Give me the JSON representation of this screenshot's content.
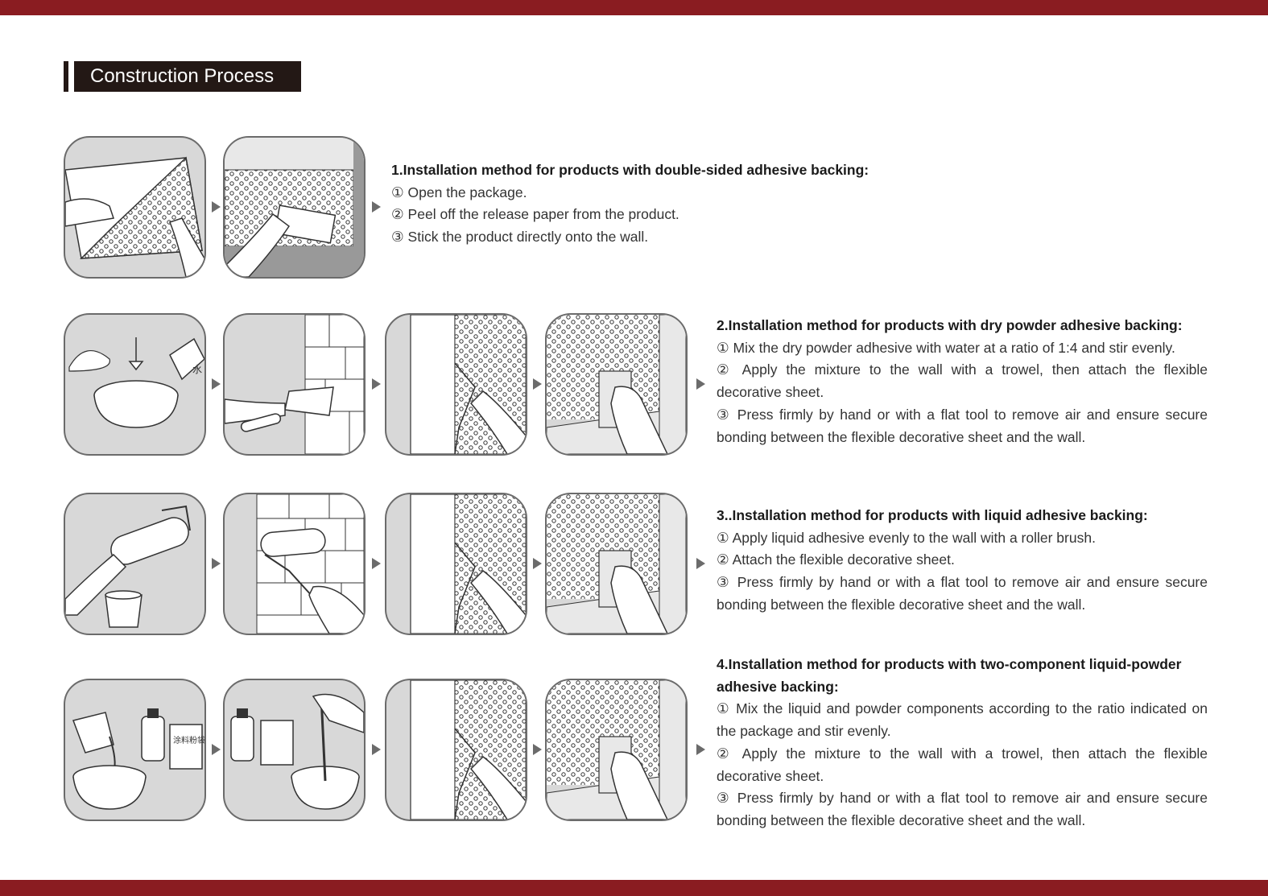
{
  "section_title": "Construction Process",
  "methods": [
    {
      "heading": "1.Installation method for products with double-sided adhesive backing:",
      "steps": [
        "① Open the package.",
        "② Peel off the release paper from the product.",
        "③ Stick the product directly onto the wall."
      ]
    },
    {
      "heading": "2.Installation method for products with dry powder adhesive backing:",
      "steps": [
        "① Mix the dry powder adhesive with water at a ratio of 1:4 and stir evenly.",
        "② Apply the mixture to the wall with a trowel, then attach the flexible decorative sheet.",
        "③ Press firmly by hand or with a flat tool to remove air and ensure secure bonding between the flexible decorative sheet and the wall."
      ]
    },
    {
      "heading": "3..Installation method for products with liquid adhesive backing:",
      "steps": [
        "① Apply liquid adhesive evenly to the wall with a roller brush.",
        "② Attach the flexible decorative sheet.",
        "③ Press firmly by hand or with a flat tool to remove air and ensure secure bonding between the flexible decorative sheet and the wall."
      ]
    },
    {
      "heading": "4.Installation method for products with two-component liquid-powder adhesive backing:",
      "steps": [
        "① Mix the liquid and powder components according to the ratio indicated on the package and stir evenly.",
        "② Apply the mixture to the wall with a trowel, then attach the flexible decorative sheet.",
        "③ Press firmly by hand or with a flat tool to remove air and ensure secure bonding between the flexible decorative sheet and the wall."
      ]
    }
  ],
  "illustration_labels": {
    "water": "水",
    "powder_bag": "涂料粉袋"
  },
  "colors": {
    "band": "#8a1c21",
    "header_bg": "#231815",
    "panel_bg": "#d8d8d8",
    "border": "#6b6b6b"
  }
}
